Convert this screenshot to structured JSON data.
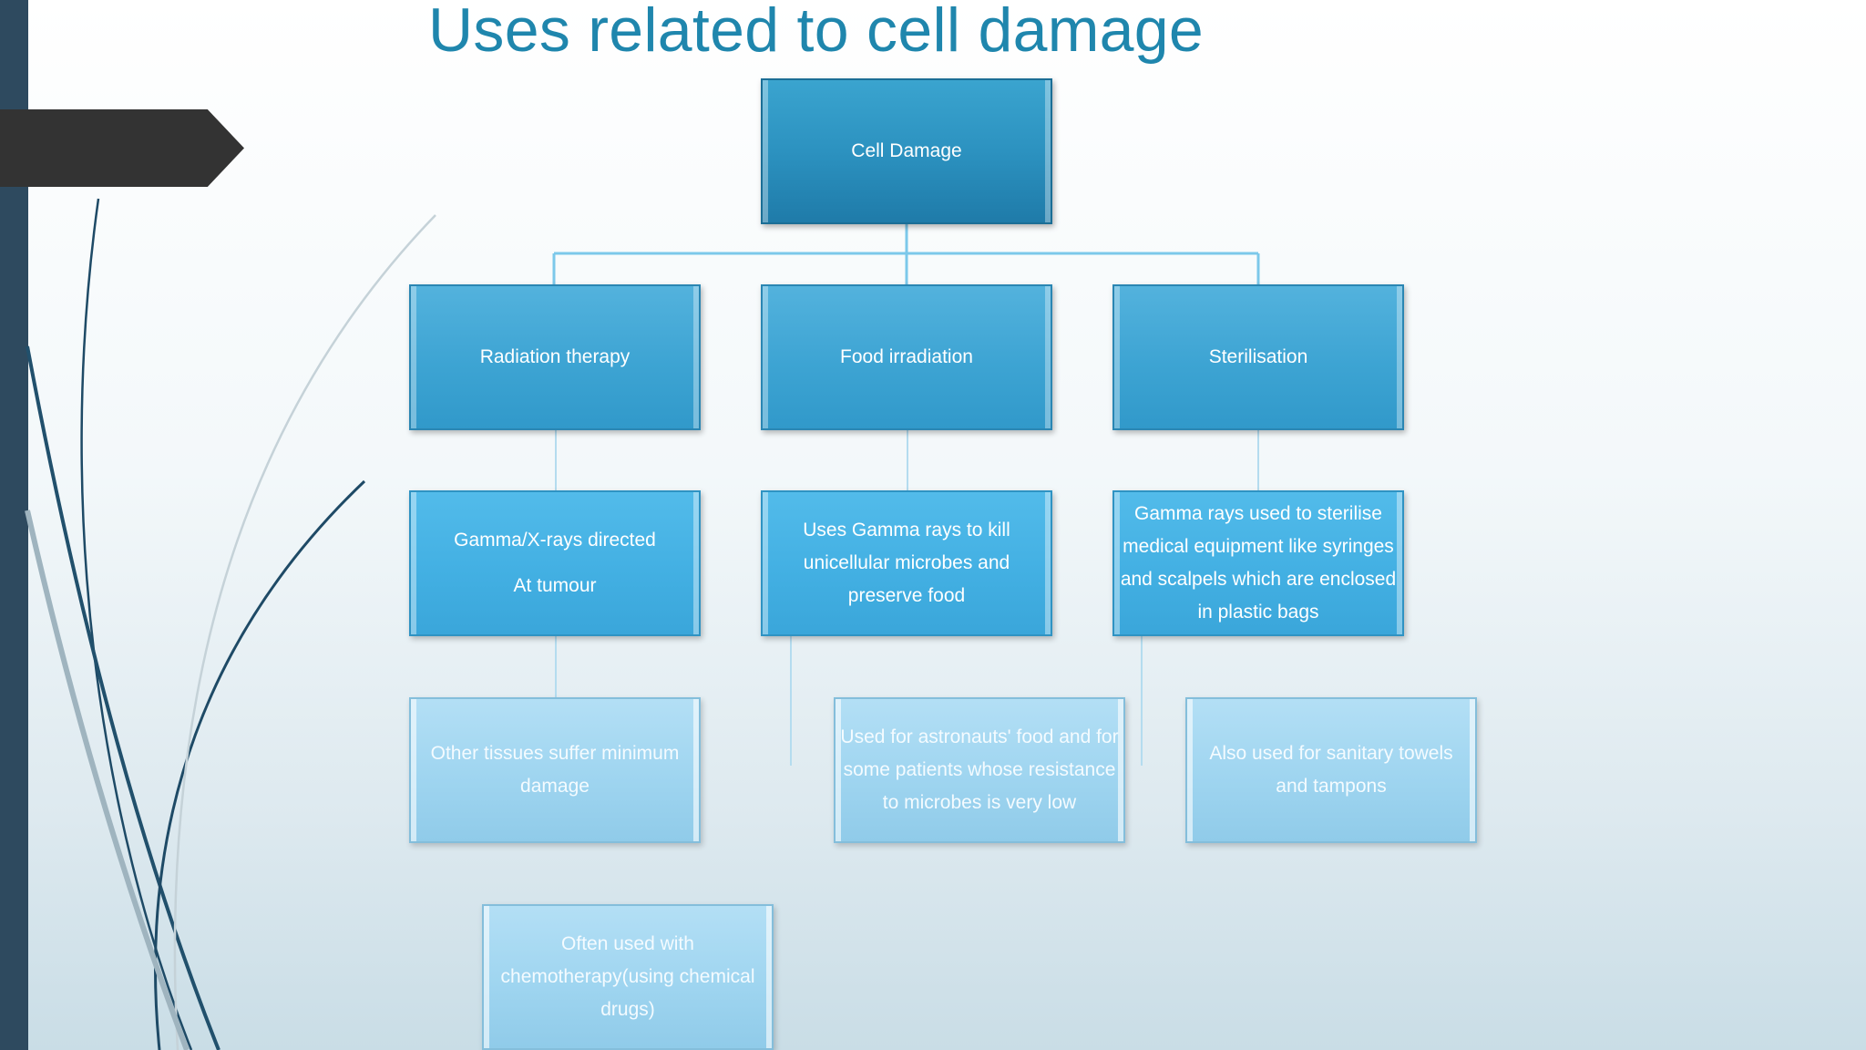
{
  "slide": {
    "title": "Uses related to cell damage"
  },
  "diagram": {
    "root": "Cell Damage",
    "branches": [
      {
        "label": "Radiation therapy",
        "detail": [
          "Gamma/X-rays directed",
          "At tumour"
        ],
        "notes": [
          "Other tissues suffer minimum damage",
          "Often used with chemotherapy(using chemical drugs)"
        ]
      },
      {
        "label": "Food irradiation",
        "detail": [
          "Uses Gamma rays to kill unicellular microbes and preserve food"
        ],
        "notes": [
          "Used for astronauts' food and for some patients whose resistance to microbes is very low"
        ]
      },
      {
        "label": "Sterilisation",
        "detail": [
          "Gamma rays used to sterilise medical equipment like syringes and scalpels which are enclosed in plastic bags"
        ],
        "notes": [
          "Also used for sanitary towels and tampons"
        ]
      }
    ]
  },
  "colors": {
    "title": "#1f86ad",
    "left_bar": "#2e4a5f",
    "arrow_tab": "#333333",
    "root_box": "#2c92c0",
    "branch_box": "#3da4d3",
    "detail_box": "#43b0e3",
    "note_box": "#9fd5f0",
    "connector": "#7cc8ea"
  }
}
